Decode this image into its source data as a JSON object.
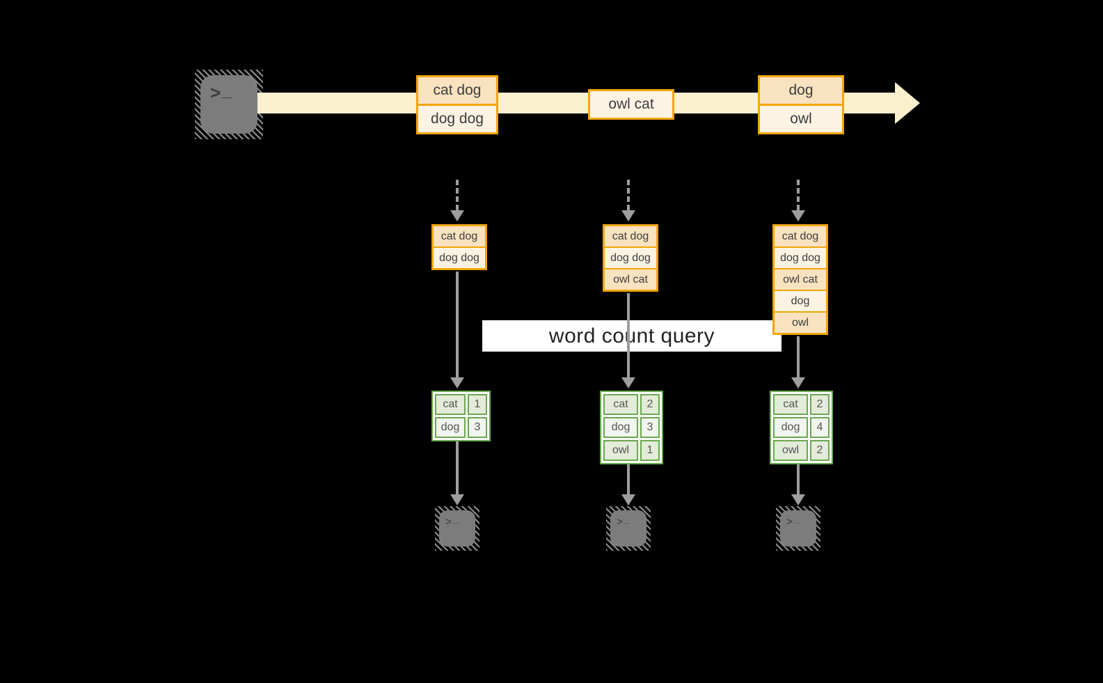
{
  "query_label": "word count query",
  "stream": {
    "source": {
      "icon": "terminal-icon",
      "prompt_chevron": ">",
      "prompt_underscore": "_"
    },
    "events": [
      {
        "lines": [
          "cat dog",
          "dog dog"
        ]
      },
      {
        "lines": [
          "owl cat"
        ]
      },
      {
        "lines": [
          "dog",
          "owl"
        ]
      }
    ]
  },
  "micro_batches": [
    {
      "rows": [
        "cat dog",
        "dog dog"
      ]
    },
    {
      "rows": [
        "cat dog",
        "dog dog",
        "owl cat"
      ]
    },
    {
      "rows": [
        "cat dog",
        "dog dog",
        "owl cat",
        "dog",
        "owl"
      ]
    }
  ],
  "result_tables": [
    {
      "rows": [
        {
          "word": "cat",
          "count": "1"
        },
        {
          "word": "dog",
          "count": "3"
        }
      ]
    },
    {
      "rows": [
        {
          "word": "cat",
          "count": "2"
        },
        {
          "word": "dog",
          "count": "3"
        },
        {
          "word": "owl",
          "count": "1"
        }
      ]
    },
    {
      "rows": [
        {
          "word": "cat",
          "count": "2"
        },
        {
          "word": "dog",
          "count": "4"
        },
        {
          "word": "owl",
          "count": "2"
        }
      ]
    }
  ],
  "sinks": [
    {
      "icon": "terminal-icon",
      "prompt_chevron": ">",
      "prompt_underscore": "_"
    },
    {
      "icon": "terminal-icon",
      "prompt_chevron": ">",
      "prompt_underscore": "_"
    },
    {
      "icon": "terminal-icon",
      "prompt_chevron": ">",
      "prompt_underscore": "_"
    }
  ],
  "colors": {
    "background": "#000000",
    "stream_band": "#fbf1cf",
    "event_border": "#f0a608",
    "event_fill_peach": "#f9e2c0",
    "event_fill_cream": "#fdf3e3",
    "table_border": "#6aa84f",
    "table_fill_dark": "#e3ecd8",
    "table_fill_light": "#f1f5ed",
    "arrow_gray": "#9e9e9e",
    "terminal_gray": "#7c7c7c",
    "query_label_bg": "#ffffff"
  }
}
